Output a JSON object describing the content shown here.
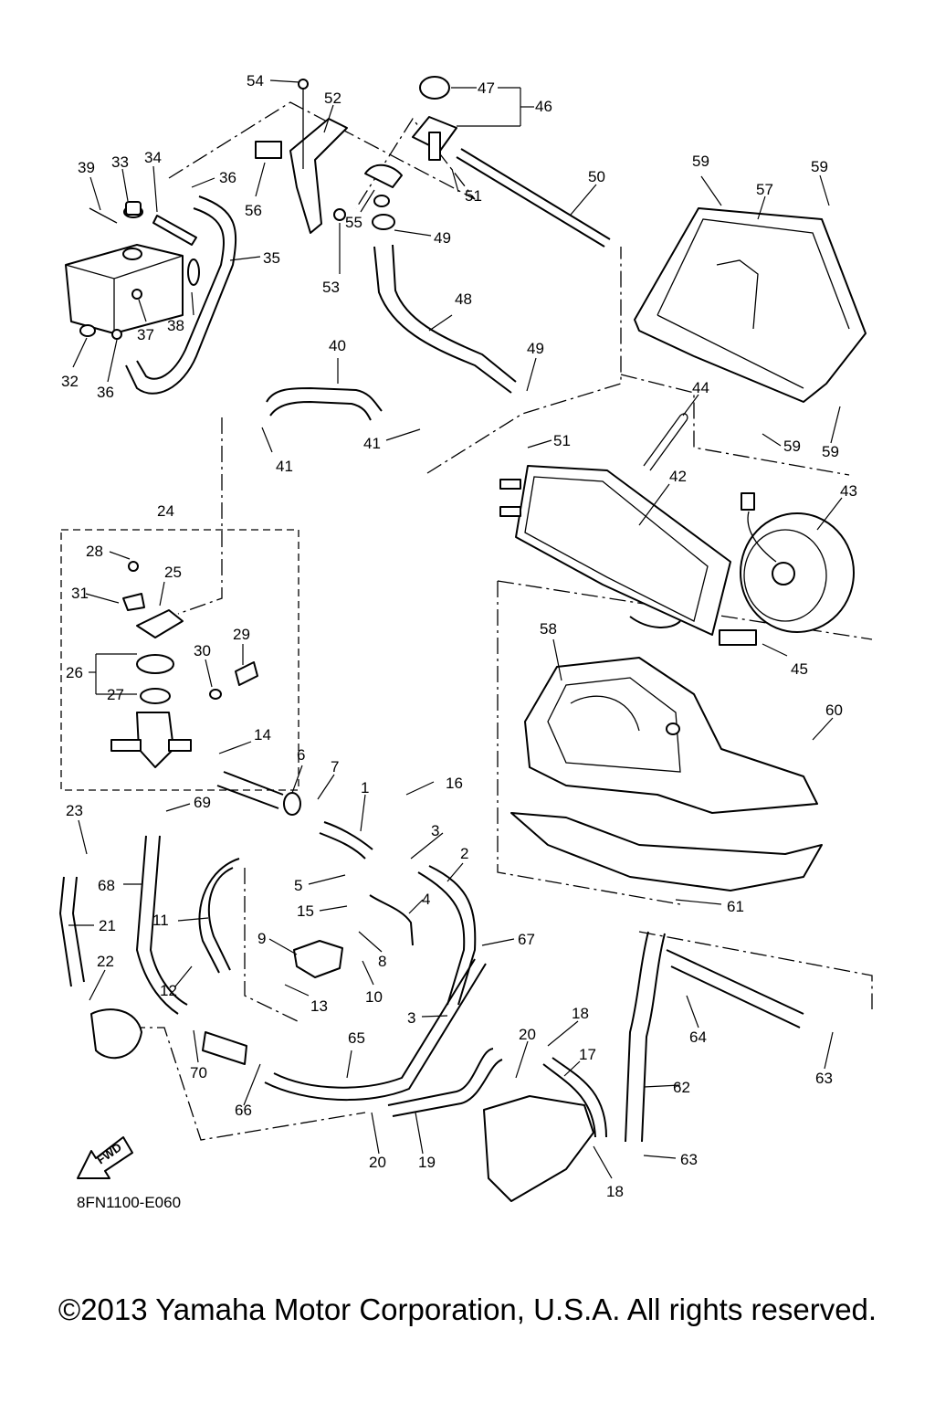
{
  "diagram": {
    "code": "8FN1100-E060",
    "fwd_label": "FWD",
    "callouts": [
      "1",
      "2",
      "3",
      "4",
      "5",
      "6",
      "7",
      "8",
      "9",
      "10",
      "11",
      "12",
      "13",
      "14",
      "15",
      "16",
      "17",
      "18",
      "19",
      "20",
      "21",
      "22",
      "23",
      "24",
      "25",
      "26",
      "27",
      "28",
      "29",
      "30",
      "31",
      "32",
      "33",
      "34",
      "35",
      "36",
      "37",
      "38",
      "39",
      "40",
      "41",
      "42",
      "43",
      "44",
      "45",
      "46",
      "47",
      "48",
      "49",
      "50",
      "51",
      "52",
      "53",
      "54",
      "55",
      "56",
      "57",
      "58",
      "59",
      "60",
      "61",
      "62",
      "63",
      "64",
      "65",
      "66",
      "67",
      "68",
      "69",
      "70"
    ]
  },
  "footer": {
    "copyright": "©2013 Yamaha Motor Corporation, U.S.A. All rights reserved."
  }
}
